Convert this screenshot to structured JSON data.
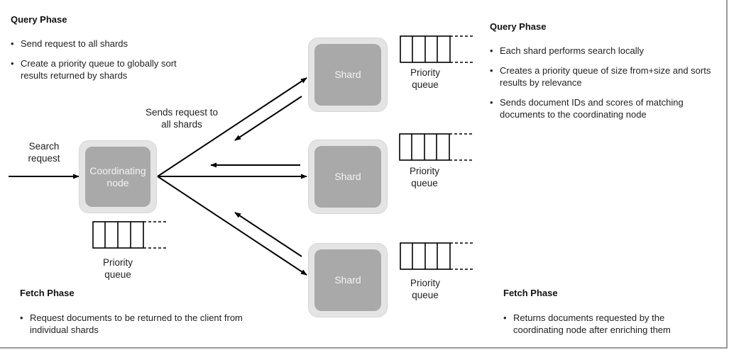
{
  "left_query": {
    "heading": "Query Phase",
    "bullets": [
      "Send request to all shards",
      "Create a priority queue to globally sort results returned by shards"
    ]
  },
  "right_query": {
    "heading": "Query Phase",
    "bullets": [
      "Each shard performs search locally",
      "Creates a priority queue of size from+size and sorts results by relevance",
      "Sends document IDs and scores of matching documents to the coordinating node"
    ]
  },
  "left_fetch": {
    "heading": "Fetch Phase",
    "bullets": [
      "Request documents to be returned to the client from individual shards"
    ]
  },
  "right_fetch": {
    "heading": "Fetch Phase",
    "bullets": [
      "Returns documents requested by the coordinating node after enriching them"
    ]
  },
  "labels": {
    "search_request": "Search request",
    "sends_request": "Sends request to all shards",
    "priority_queue": "Priority queue"
  },
  "nodes": {
    "coordinating": "Coordinating node",
    "shard": "Shard"
  }
}
